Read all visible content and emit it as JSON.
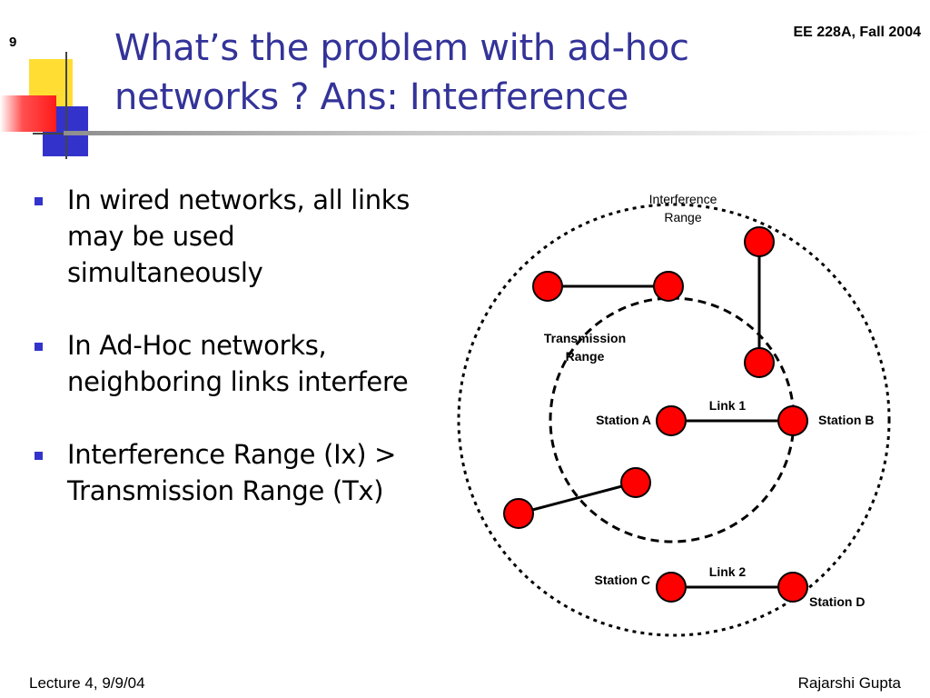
{
  "slide_number": "9",
  "course": "EE 228A, Fall 2004",
  "title": "What’s the problem with ad-hoc networks ? Ans: Interference",
  "bullets": [
    "In wired networks, all links may be used simultaneously",
    "In Ad-Hoc networks, neighboring links interfere",
    "Interference Range (Ix) > Transmission Range (Tx)"
  ],
  "diagram": {
    "interference_label_1": "Interference",
    "interference_label_2": "Range",
    "transmission_label_1": "Transmission",
    "transmission_label_2": "Range",
    "station_a": "Station A",
    "station_b": "Station B",
    "station_c": "Station C",
    "station_d": "Station D",
    "link_1": "Link 1",
    "link_2": "Link 2",
    "node_color": "#ff0000"
  },
  "footer": {
    "left": "Lecture 4, 9/9/04",
    "right": "Rajarshi Gupta"
  }
}
